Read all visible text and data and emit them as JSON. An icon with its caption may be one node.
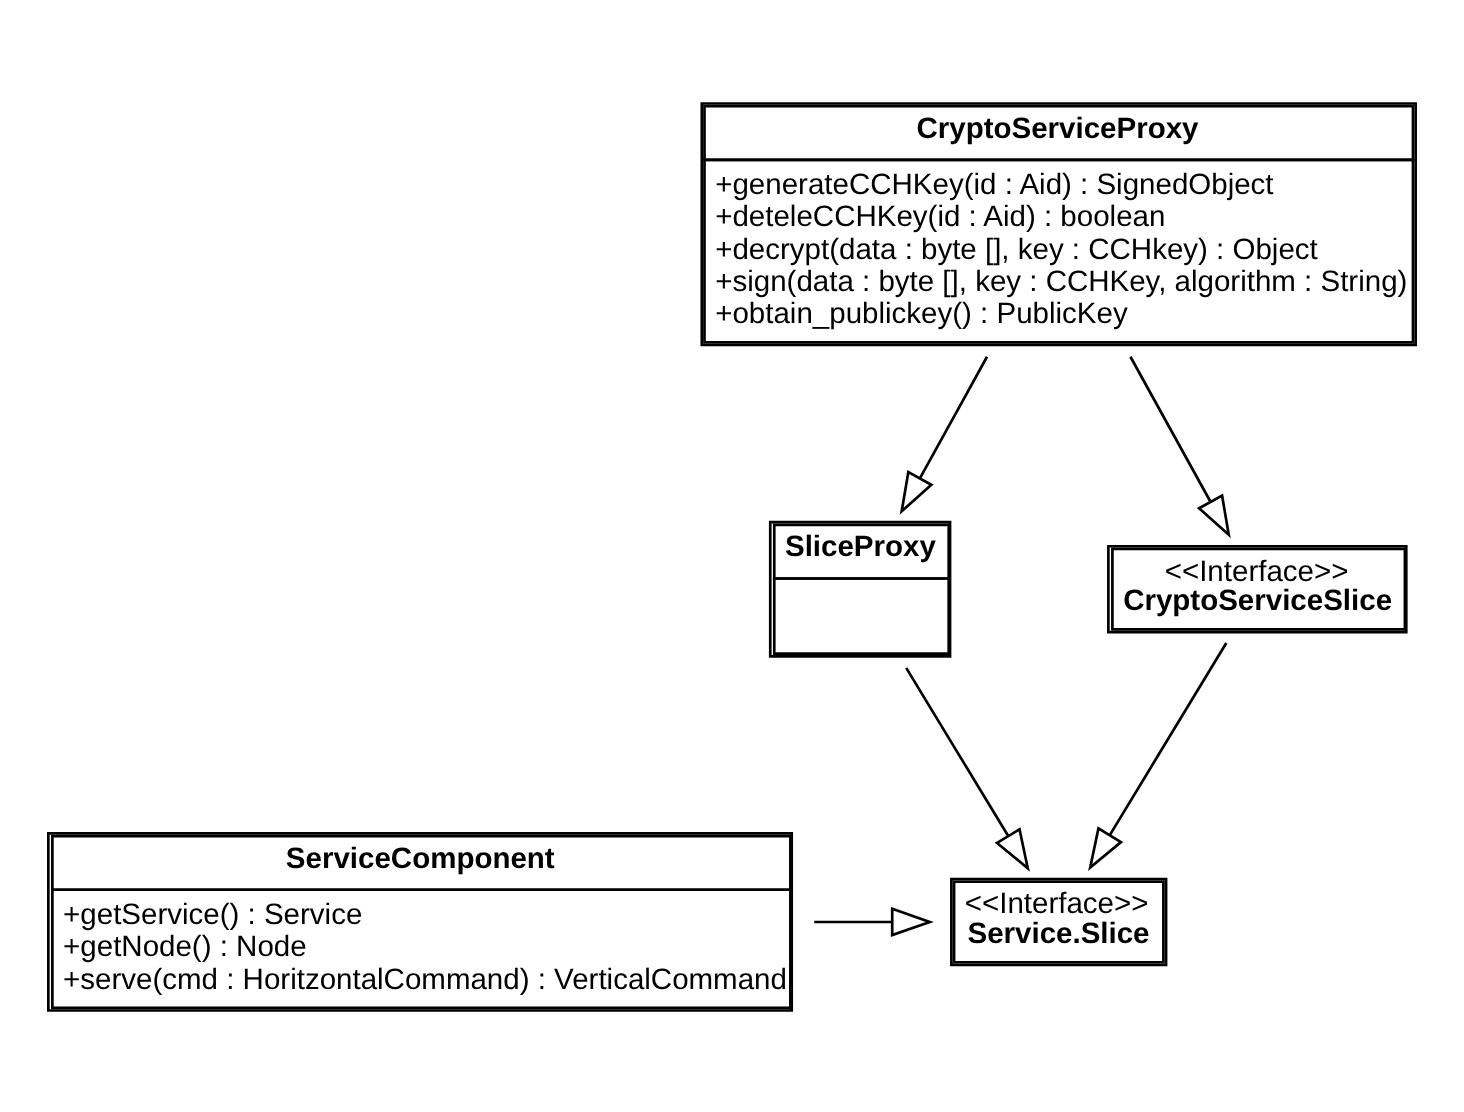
{
  "diagram": {
    "nodes": [
      {
        "text": [
          "CryptoServiceProxy",
          "+generateCCHKey(id : Aid) : SignedObject",
          "+deteleCCHKey(id : Aid) : boolean",
          "+decrypt(data : byte [], key : CCHkey) : Object",
          "+sign(data : byte [], key : CCHKey, algorithm : String)",
          "+obtain_publickey() : PublicKey"
        ]
      },
      {
        "text": [
          "SliceProxy"
        ]
      },
      {
        "text": [
          "<<Interface>>",
          "CryptoServiceSlice"
        ]
      },
      {
        "text": [
          "<<Interface>>",
          "Service.Slice"
        ]
      },
      {
        "text": [
          "ServiceComponent",
          "+getService() : Service",
          "+getNode() : Node",
          "+serve(cmd : HoritzontalCommand) : VerticalCommand"
        ]
      }
    ],
    "edges": [
      {
        "from": 0,
        "to": 1,
        "arrow": "to"
      },
      {
        "from": 0,
        "to": 2,
        "arrow": "to"
      },
      {
        "from": 1,
        "to": 3,
        "arrow": "to"
      },
      {
        "from": 2,
        "to": 3,
        "arrow": "to"
      },
      {
        "from": 4,
        "to": 3,
        "arrow": "to"
      }
    ]
  }
}
